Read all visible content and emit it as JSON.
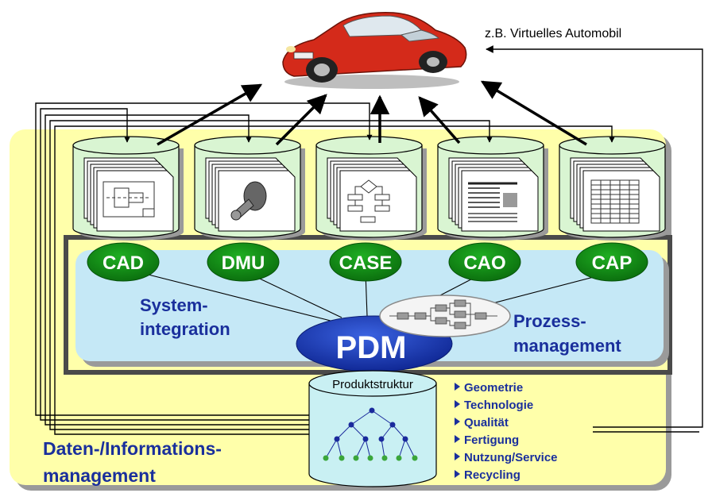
{
  "caption": "z.B. Virtuelles Automobil",
  "systems": [
    {
      "label": "CAD",
      "icon": "technical-drawing-icon"
    },
    {
      "label": "DMU",
      "icon": "3d-part-icon"
    },
    {
      "label": "CASE",
      "icon": "flowchart-icon"
    },
    {
      "label": "CAO",
      "icon": "text-document-icon"
    },
    {
      "label": "CAP",
      "icon": "table-icon"
    }
  ],
  "pdm": "PDM",
  "system_integration": [
    "System-",
    "integration"
  ],
  "process_management": [
    "Prozess-",
    "management"
  ],
  "data_management": [
    "Daten-/Informations-",
    "management"
  ],
  "product_structure": "Produktstruktur",
  "aspects": [
    "Geometrie",
    "Technologie",
    "Qualität",
    "Fertigung",
    "Nutzung/Service",
    "Recycling"
  ],
  "colors": {
    "yellow_panel": "#FFFFAA",
    "cylinder_green": "#D9F5D2",
    "blue_panel": "#C5E8F6",
    "oval_green": "#0E8E12",
    "pdm_blue": "#1838B8",
    "text_blue": "#1A2F9C",
    "product_cyl": "#C9F0F3"
  }
}
